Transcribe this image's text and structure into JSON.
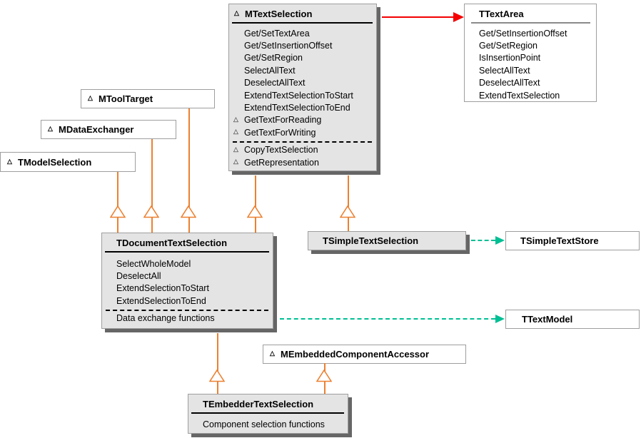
{
  "colors": {
    "inheritance_line": "#EC8030",
    "creates_arrow": "#F40000",
    "uses_arrow": "#00BF94",
    "class_fill": "#E4E4E4",
    "class_shadow": "#666666",
    "box_border": "#9E9E9E"
  },
  "classes": {
    "mtextselection": {
      "marker": "△",
      "title": "MTextSelection",
      "methods": [
        {
          "m": "",
          "t": "Get/SetTextArea"
        },
        {
          "m": "",
          "t": "Get/SetInsertionOffset"
        },
        {
          "m": "",
          "t": "Get/SetRegion"
        },
        {
          "m": "",
          "t": "SelectAllText"
        },
        {
          "m": "",
          "t": "DeselectAllText"
        },
        {
          "m": "",
          "t": "ExtendTextSelectionToStart"
        },
        {
          "m": "",
          "t": "ExtendTextSelectionToEnd"
        },
        {
          "m": "△",
          "t": "GetTextForReading"
        },
        {
          "m": "△",
          "t": "GetTextForWriting"
        }
      ],
      "extra_methods": [
        {
          "m": "△",
          "t": "CopyTextSelection"
        },
        {
          "m": "△",
          "t": "GetRepresentation"
        }
      ]
    },
    "ttextarea": {
      "title": "TTextArea",
      "methods": [
        {
          "t": "Get/SetInsertionOffset"
        },
        {
          "t": "Get/SetRegion"
        },
        {
          "t": "IsInsertionPoint"
        },
        {
          "t": "SelectAllText"
        },
        {
          "t": "DeselectAllText"
        },
        {
          "t": "ExtendTextSelection"
        }
      ]
    },
    "mtooltarget": {
      "marker": "△",
      "title": "MToolTarget"
    },
    "mdataexchanger": {
      "marker": "△",
      "title": "MDataExchanger"
    },
    "tmodelselection": {
      "marker": "△",
      "title": "TModelSelection"
    },
    "tdocumenttextselection": {
      "title": "TDocumentTextSelection",
      "methods": [
        {
          "t": "SelectWholeModel"
        },
        {
          "t": "DeselectAll"
        },
        {
          "t": "ExtendSelectionToStart"
        },
        {
          "t": "ExtendSelectionToEnd"
        }
      ],
      "note": "Data exchange functions"
    },
    "tsimpletextselection": {
      "title": "TSimpleTextSelection"
    },
    "tsimpletextstore": {
      "title": "TSimpleTextStore"
    },
    "ttextmodel": {
      "title": "TTextModel"
    },
    "membeddedcomponentaccessor": {
      "marker": "△",
      "title": "MEmbeddedComponentAccessor"
    },
    "tembeddertextselection": {
      "title": "TEmbedderTextSelection",
      "note": "Component selection functions"
    }
  }
}
